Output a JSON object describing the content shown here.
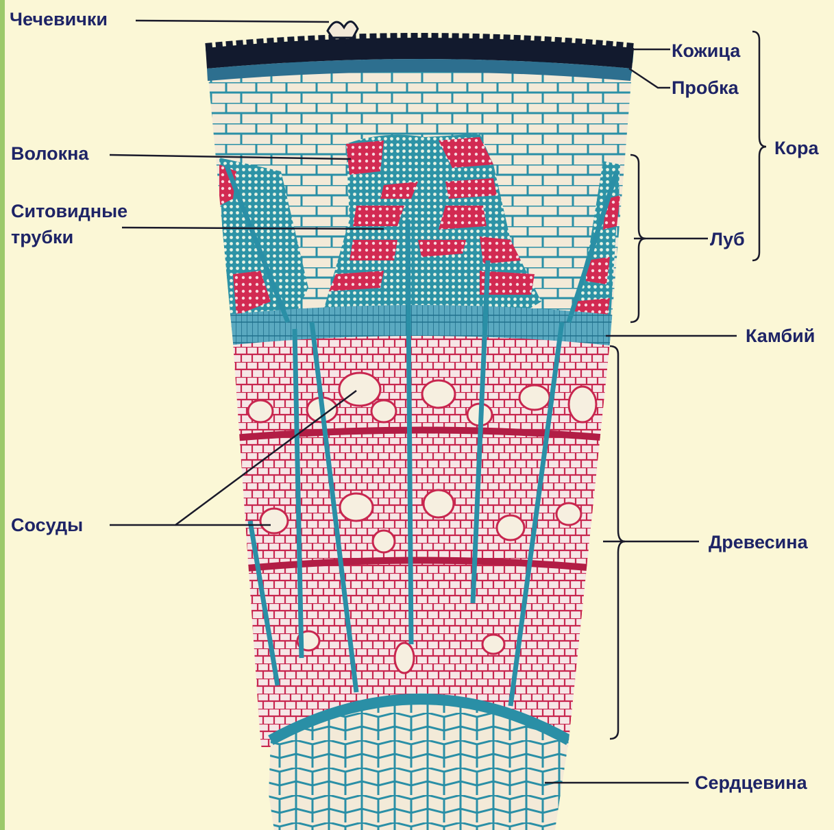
{
  "labels": {
    "lenticels": "Чечевички",
    "epidermis": "Кожица",
    "cork": "Пробка",
    "bark": "Кора",
    "fibers": "Волокна",
    "sieve_tubes_1": "Ситовидные",
    "sieve_tubes_2": "трубки",
    "phloem": "Луб",
    "cambium": "Камбий",
    "vessels": "Сосуды",
    "wood": "Древесина",
    "pith": "Сердцевина"
  },
  "colors": {
    "background": "#fbf7d6",
    "label_text": "#1e2466",
    "cell_wall_blue": "#2a8fa6",
    "cell_wall_red": "#c8264f",
    "cell_fill": "#f3ead8",
    "cork_dark": "#121a2e",
    "leader_line": "#1a1a2a"
  }
}
